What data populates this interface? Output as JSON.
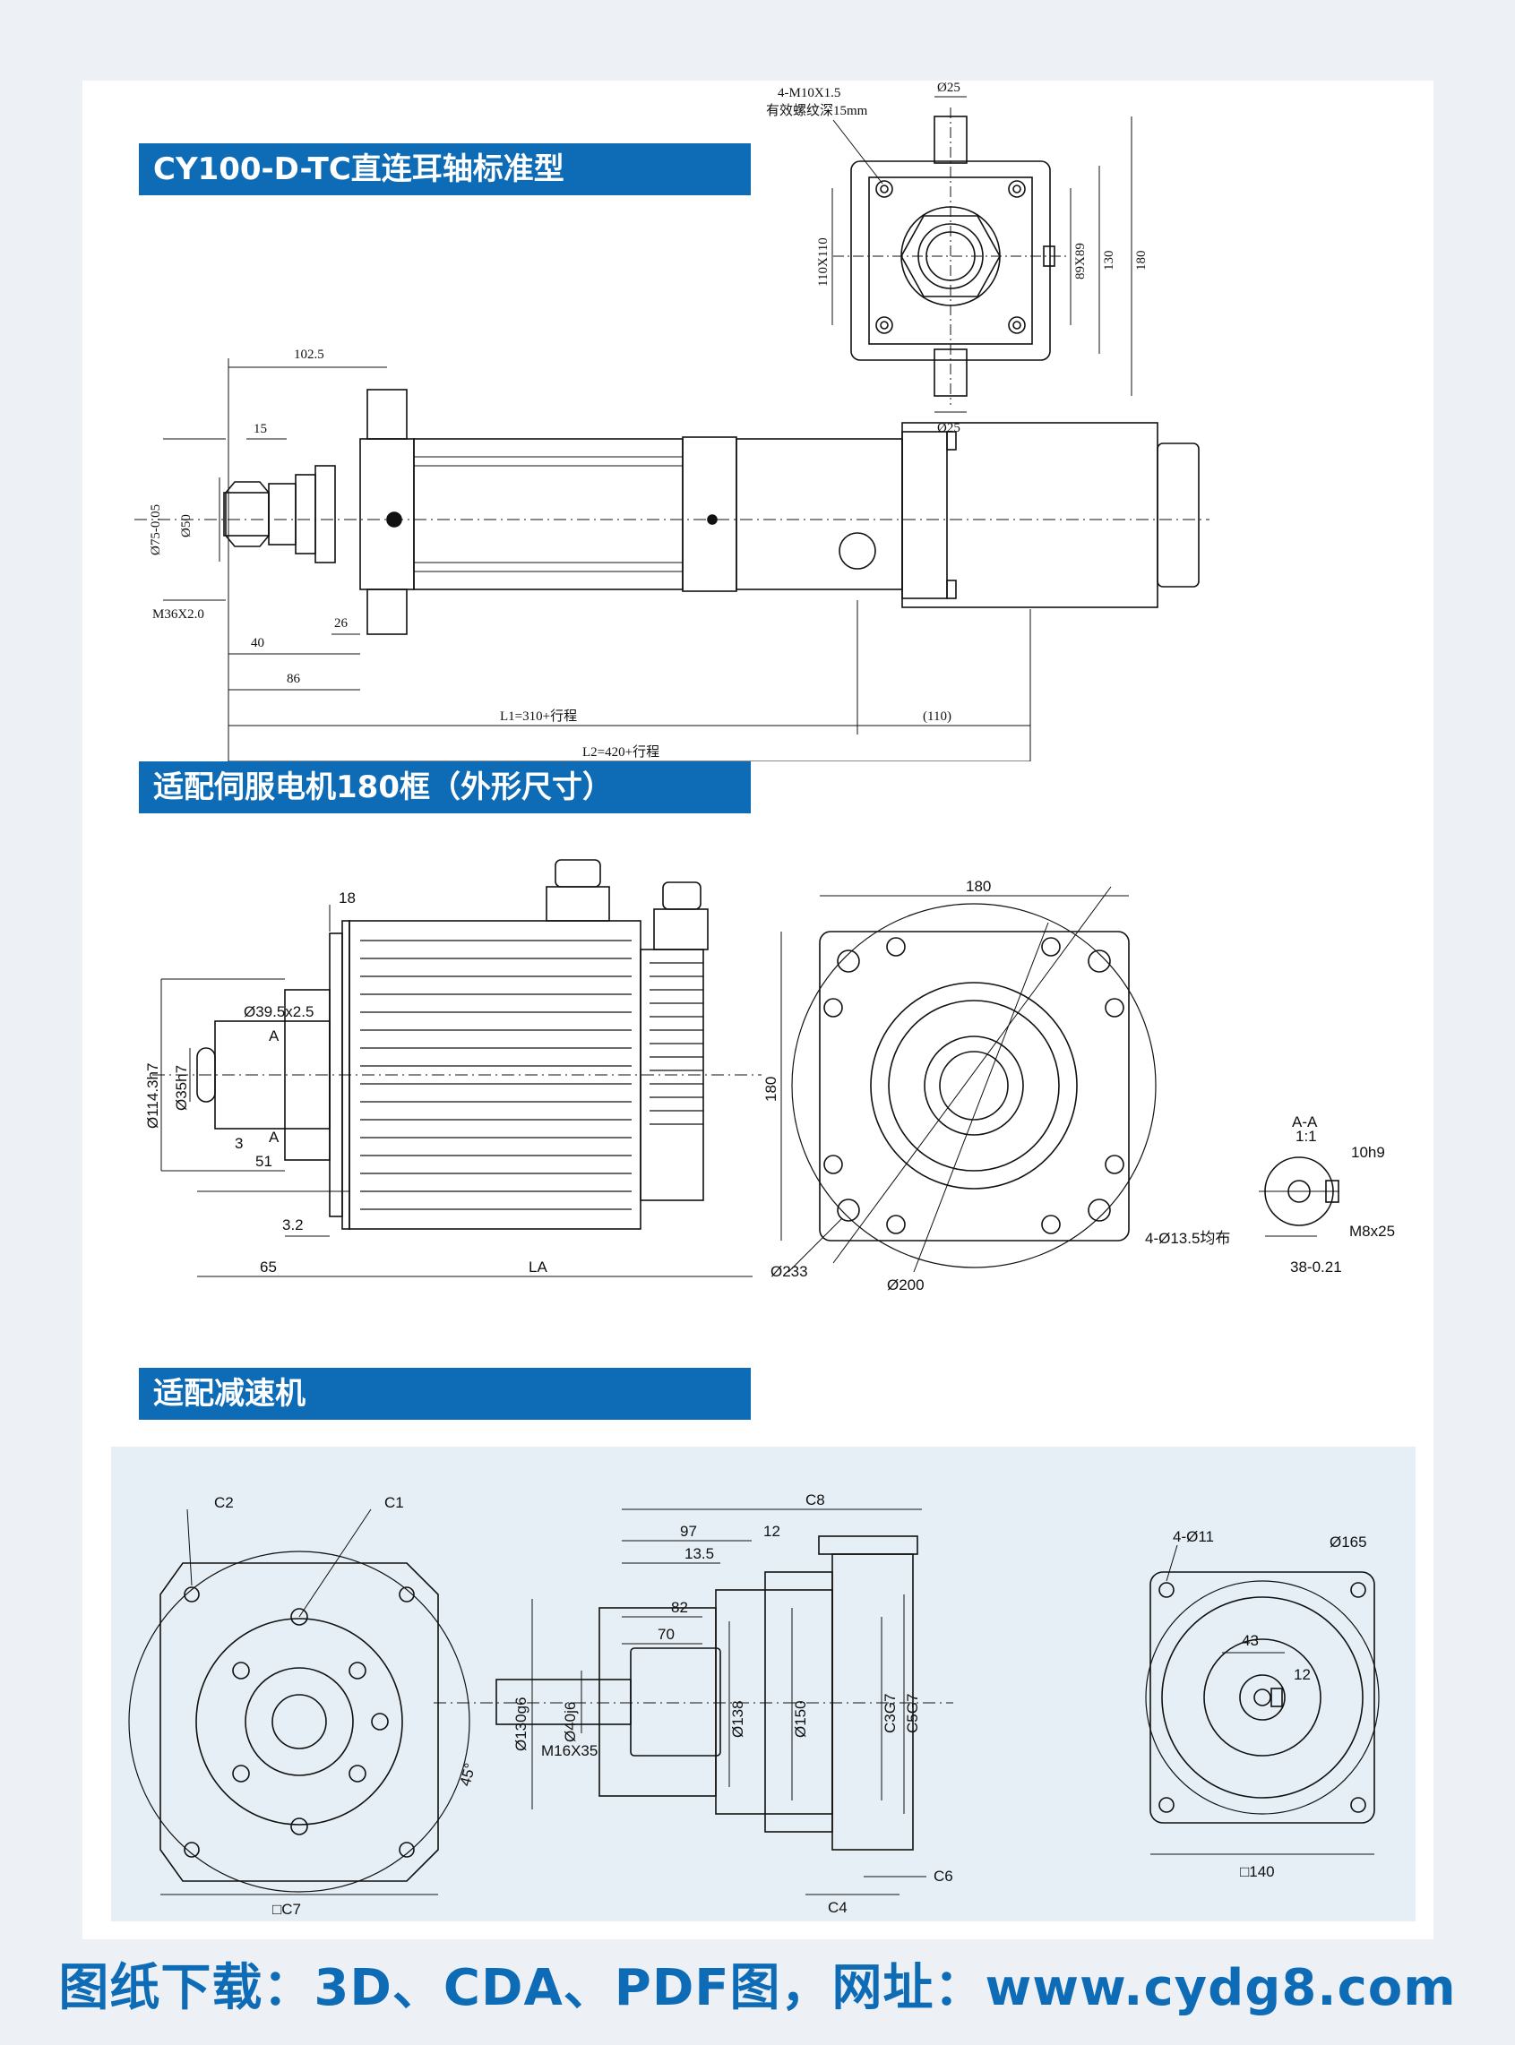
{
  "sections": {
    "s1_title": "CY100-D-TC直连耳轴标准型",
    "s2_title": "适配伺服电机180框（外形尺寸）",
    "s3_title": "适配减速机"
  },
  "drawing1": {
    "top_view": {
      "thread_note_1": "4-M10X1.5",
      "thread_note_2": "有效螺纹深15mm",
      "dia_top": "Ø25",
      "dia_bottom": "Ø25",
      "dim_110": "110X110",
      "dim_89": "89X89",
      "dim_130": "130",
      "dim_180": "180"
    },
    "side_view": {
      "d102_5": "102.5",
      "d15": "15",
      "d75": "Ø75-0.05",
      "d50": "Ø50",
      "m36": "M36X2.0",
      "d40": "40",
      "d26": "26",
      "d86": "86",
      "l1": "L1=310+行程",
      "d110": "(110)",
      "l2": "L2=420+行程"
    }
  },
  "drawing2": {
    "d18": "18",
    "d39": "Ø39.5x2.5",
    "dA1": "A",
    "d114": "Ø114.3h7",
    "d35": "Ø35h7",
    "d3": "3",
    "dA2": "A",
    "d51": "51",
    "d3_2": "3.2",
    "d65": "65",
    "dLA": "LA",
    "f180w": "180",
    "f180h": "180",
    "holes": "4-Ø13.5均布",
    "d233": "Ø233",
    "d200": "Ø200",
    "aa_title": "A-A",
    "aa_scale": "1:1",
    "key": "10h9",
    "m8": "M8x25",
    "d38": "38-0.21"
  },
  "drawing3": {
    "c2": "C2",
    "c1": "C1",
    "c7": "□C7",
    "angle": "45°",
    "c8": "C8",
    "d97": "97",
    "d12": "12",
    "d13_5": "13.5",
    "d82": "82",
    "d70": "70",
    "d130": "Ø130g6",
    "d40": "Ø40j6",
    "m16": "M16X35",
    "d138": "Ø138",
    "d150": "Ø150",
    "c3": "C3G7",
    "c5": "C5G7",
    "c6": "C6",
    "c4": "C4",
    "holes": "4-Ø11",
    "d165": "Ø165",
    "d43": "43",
    "d12b": "12",
    "sq140": "□140"
  },
  "footer": {
    "text": "图纸下载：3D、CDA、PDF图，网址：www.cydg8.com"
  },
  "colors": {
    "accent": "#0e6bb5",
    "page_bg": "#edf1f6",
    "panel_bg": "#e6eff5"
  }
}
